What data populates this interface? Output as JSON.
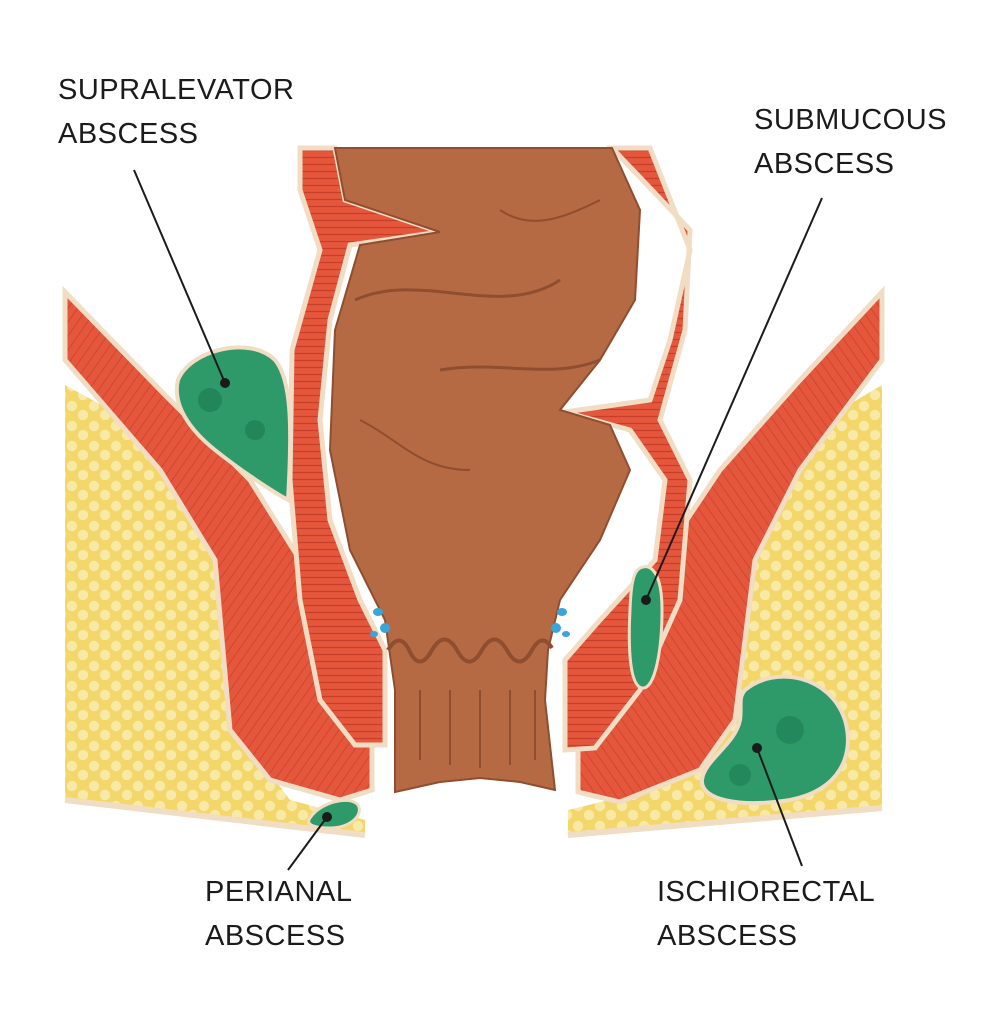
{
  "labels": {
    "supralevator": {
      "line1": "SUPRALEVATOR",
      "line2": "ABSCESS"
    },
    "submucous": {
      "line1": "SUBMUCOUS",
      "line2": "ABSCESS"
    },
    "perianal": {
      "line1": "PERIANAL",
      "line2": "ABSCESS"
    },
    "ischiorectal": {
      "line1": "ISCHIORECTAL",
      "line2": "ABSCESS"
    }
  },
  "colors": {
    "background": "#ffffff",
    "fat": "#f3d76a",
    "fat_globule": "#f8e9a6",
    "muscle": "#e4573c",
    "muscle_stripe": "#c73f28",
    "fascia": "#f1dcc4",
    "mucosa": "#b66a44",
    "mucosa_dark": "#8e4e2f",
    "abscess": "#2e9a6a",
    "abscess_dark": "#1d7a52",
    "gland": "#3aa6d8",
    "leader_line": "#1b1b1b"
  }
}
